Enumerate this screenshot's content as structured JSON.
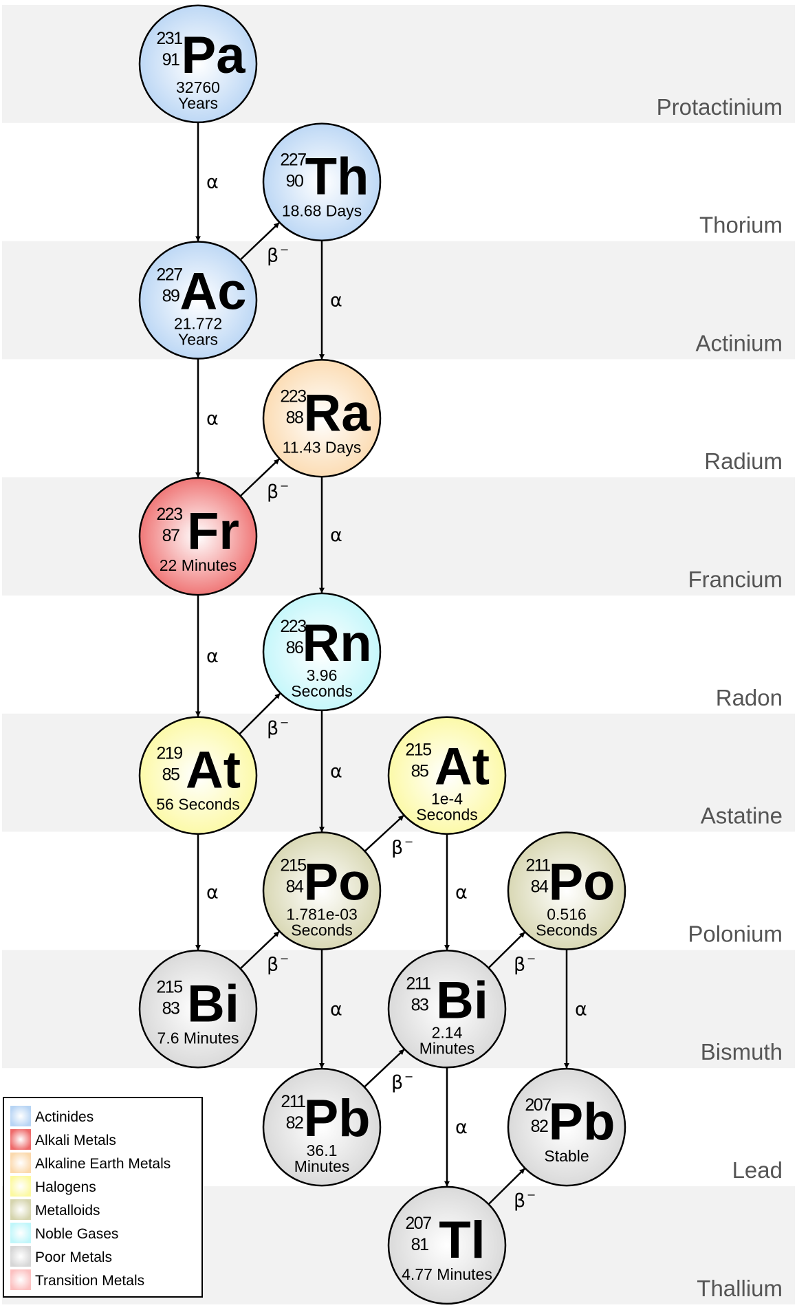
{
  "bands": [
    {
      "name": "Protactinium"
    },
    {
      "name": "Thorium"
    },
    {
      "name": "Actinium"
    },
    {
      "name": "Radium"
    },
    {
      "name": "Francium"
    },
    {
      "name": "Radon"
    },
    {
      "name": "Astatine"
    },
    {
      "name": "Polonium"
    },
    {
      "name": "Bismuth"
    },
    {
      "name": "Lead"
    },
    {
      "name": "Thallium"
    }
  ],
  "categories": [
    {
      "key": "actinide",
      "label": "Actinides",
      "color": "#b7d4f4"
    },
    {
      "key": "alkali",
      "label": "Alkali Metals",
      "color": "#ee6a6a"
    },
    {
      "key": "alkaline",
      "label": "Alkaline Earth Metals",
      "color": "#fbd9ad"
    },
    {
      "key": "halogen",
      "label": "Halogens",
      "color": "#fcf9a0"
    },
    {
      "key": "metalloid",
      "label": "Metalloids",
      "color": "#d5d4ad"
    },
    {
      "key": "noble",
      "label": "Noble Gases",
      "color": "#c0f6fa"
    },
    {
      "key": "poor",
      "label": "Poor Metals",
      "color": "#d6d6d6"
    },
    {
      "key": "transition",
      "label": "Transition Metals",
      "color": "#fcc0c0"
    }
  ],
  "nuclides": [
    {
      "id": "pa231",
      "symbol": "Pa",
      "mass": "231",
      "z": "91",
      "halflife": [
        "32760",
        "Years"
      ],
      "category": "actinide"
    },
    {
      "id": "th227",
      "symbol": "Th",
      "mass": "227",
      "z": "90",
      "halflife": [
        "18.68 Days"
      ],
      "category": "actinide"
    },
    {
      "id": "ac227",
      "symbol": "Ac",
      "mass": "227",
      "z": "89",
      "halflife": [
        "21.772",
        "Years"
      ],
      "category": "actinide"
    },
    {
      "id": "ra223",
      "symbol": "Ra",
      "mass": "223",
      "z": "88",
      "halflife": [
        "11.43 Days"
      ],
      "category": "alkaline"
    },
    {
      "id": "fr223",
      "symbol": "Fr",
      "mass": "223",
      "z": "87",
      "halflife": [
        "22 Minutes"
      ],
      "category": "alkali"
    },
    {
      "id": "rn219",
      "symbol": "Rn",
      "mass": "223",
      "z": "86",
      "halflife": [
        "3.96",
        "Seconds"
      ],
      "category": "noble"
    },
    {
      "id": "at219",
      "symbol": "At",
      "mass": "219",
      "z": "85",
      "halflife": [
        "56 Seconds"
      ],
      "category": "halogen"
    },
    {
      "id": "at215",
      "symbol": "At",
      "mass": "215",
      "z": "85",
      "halflife": [
        "1e-4",
        "Seconds"
      ],
      "category": "halogen"
    },
    {
      "id": "po215",
      "symbol": "Po",
      "mass": "215",
      "z": "84",
      "halflife": [
        "1.781e-03",
        "Seconds"
      ],
      "category": "metalloid"
    },
    {
      "id": "po211",
      "symbol": "Po",
      "mass": "211",
      "z": "84",
      "halflife": [
        "0.516",
        "Seconds"
      ],
      "category": "metalloid"
    },
    {
      "id": "bi215",
      "symbol": "Bi",
      "mass": "215",
      "z": "83",
      "halflife": [
        "7.6 Minutes"
      ],
      "category": "poor"
    },
    {
      "id": "bi211",
      "symbol": "Bi",
      "mass": "211",
      "z": "83",
      "halflife": [
        "2.14",
        "Minutes"
      ],
      "category": "poor"
    },
    {
      "id": "pb211",
      "symbol": "Pb",
      "mass": "211",
      "z": "82",
      "halflife": [
        "36.1",
        "Minutes"
      ],
      "category": "poor"
    },
    {
      "id": "pb207",
      "symbol": "Pb",
      "mass": "207",
      "z": "82",
      "halflife": [
        "Stable"
      ],
      "category": "poor"
    },
    {
      "id": "tl207",
      "symbol": "Tl",
      "mass": "207",
      "z": "81",
      "halflife": [
        "4.77 Minutes"
      ],
      "category": "poor"
    }
  ],
  "decays": [
    {
      "from": "pa231",
      "to": "ac227",
      "type": "alpha",
      "label": "α"
    },
    {
      "from": "ac227",
      "to": "th227",
      "type": "beta",
      "label": "β",
      "sup": "−"
    },
    {
      "from": "th227",
      "to": "ra223",
      "type": "alpha",
      "label": "α"
    },
    {
      "from": "ac227",
      "to": "fr223",
      "type": "alpha",
      "label": "α"
    },
    {
      "from": "fr223",
      "to": "ra223",
      "type": "beta",
      "label": "β",
      "sup": "−"
    },
    {
      "from": "ra223",
      "to": "rn219",
      "type": "alpha",
      "label": "α"
    },
    {
      "from": "fr223",
      "to": "at219",
      "type": "alpha",
      "label": "α"
    },
    {
      "from": "at219",
      "to": "rn219",
      "type": "beta",
      "label": "β",
      "sup": "−"
    },
    {
      "from": "rn219",
      "to": "po215",
      "type": "alpha",
      "label": "α"
    },
    {
      "from": "po215",
      "to": "at215",
      "type": "beta",
      "label": "β",
      "sup": "−"
    },
    {
      "from": "at219",
      "to": "bi215",
      "type": "alpha",
      "label": "α"
    },
    {
      "from": "bi215",
      "to": "po215",
      "type": "beta",
      "label": "β",
      "sup": "−"
    },
    {
      "from": "at215",
      "to": "bi211",
      "type": "alpha",
      "label": "α"
    },
    {
      "from": "po215",
      "to": "pb211",
      "type": "alpha",
      "label": "α"
    },
    {
      "from": "pb211",
      "to": "bi211",
      "type": "beta",
      "label": "β",
      "sup": "−"
    },
    {
      "from": "bi211",
      "to": "po211",
      "type": "beta",
      "label": "β",
      "sup": "−"
    },
    {
      "from": "bi211",
      "to": "tl207",
      "type": "alpha",
      "label": "α"
    },
    {
      "from": "po211",
      "to": "pb207",
      "type": "alpha",
      "label": "α"
    },
    {
      "from": "tl207",
      "to": "pb207",
      "type": "beta",
      "label": "β",
      "sup": "−"
    }
  ]
}
